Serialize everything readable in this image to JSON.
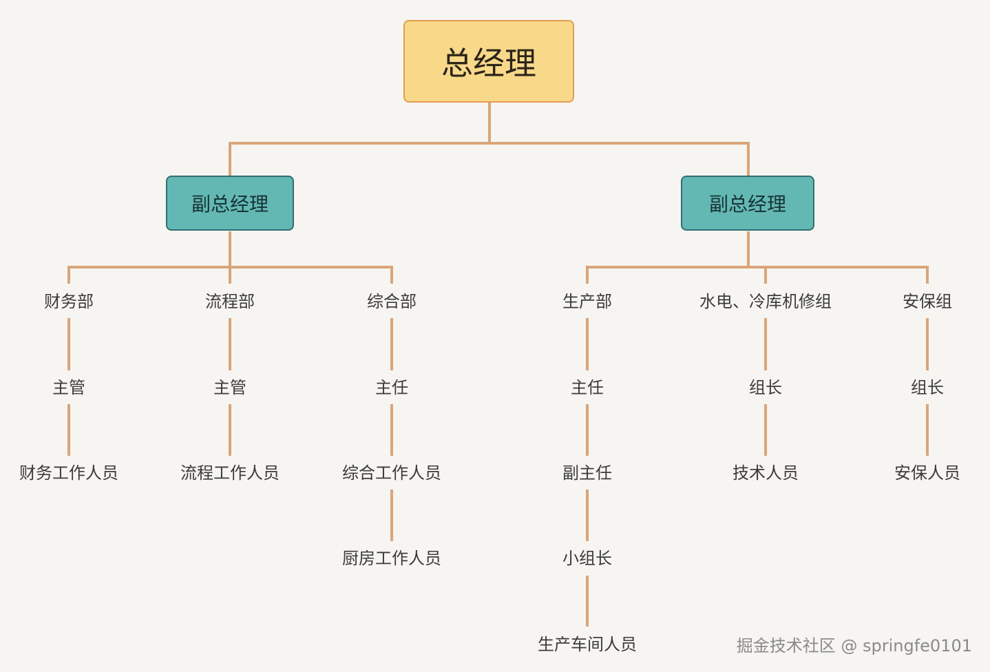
{
  "root": "总经理",
  "vp_left": "副总经理",
  "vp_right": "副总经理",
  "columns": [
    {
      "dept": "财务部",
      "levels": [
        "主管",
        "财务工作人员"
      ]
    },
    {
      "dept": "流程部",
      "levels": [
        "主管",
        "流程工作人员"
      ]
    },
    {
      "dept": "综合部",
      "levels": [
        "主任",
        "综合工作人员",
        "厨房工作人员"
      ]
    },
    {
      "dept": "生产部",
      "levels": [
        "主任",
        "副主任",
        "小组长",
        "生产车间人员"
      ]
    },
    {
      "dept": "水电、冷库机修组",
      "levels": [
        "组长",
        "技术人员"
      ]
    },
    {
      "dept": "安保组",
      "levels": [
        "组长",
        "安保人员"
      ]
    }
  ],
  "watermark": "掘金技术社区 @ springfe0101",
  "colors": {
    "line": "#d9a57a",
    "root_fill": "#f8d98a",
    "root_border": "#e39a52",
    "vp_fill": "#64b8b4",
    "vp_border": "#2f6f73",
    "background": "#f7f5f1"
  }
}
